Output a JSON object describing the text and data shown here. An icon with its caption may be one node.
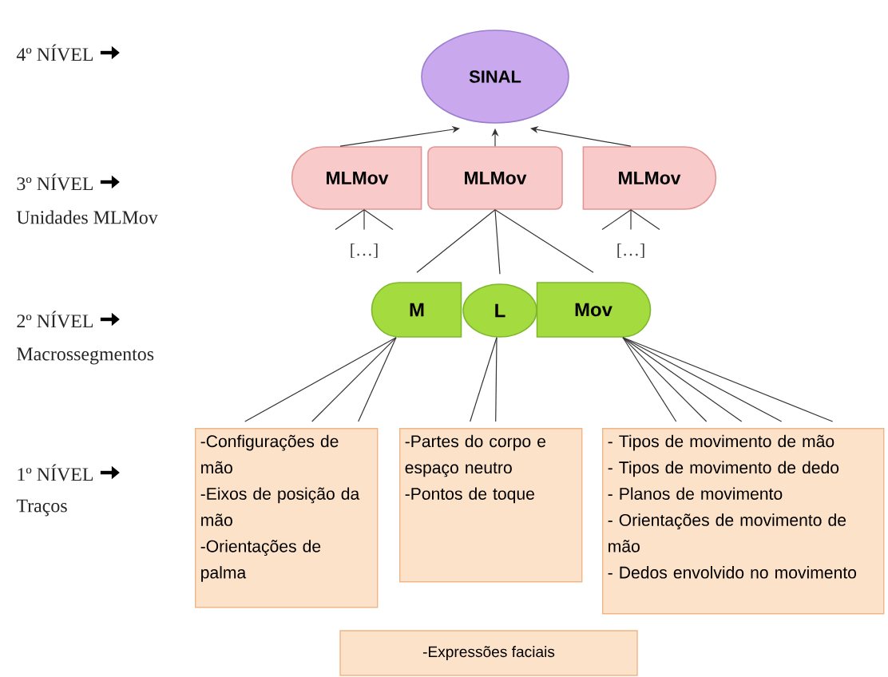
{
  "diagram": {
    "nodes": [
      {
        "text": [
          "SINAL"
        ]
      },
      {
        "text": [
          "MLMov"
        ]
      },
      {
        "text": [
          "MLMov"
        ]
      },
      {
        "text": [
          "MLMov"
        ]
      },
      {
        "text": [
          "[…]"
        ]
      },
      {
        "text": [
          "[…]"
        ]
      },
      {
        "text": [
          "M"
        ]
      },
      {
        "text": [
          "L"
        ]
      },
      {
        "text": [
          "Mov"
        ]
      },
      {
        "text": [
          "-Configurações de mão",
          "-Eixos de posição da mão",
          "-Orientações de palma"
        ]
      },
      {
        "text": [
          "-Partes do corpo e espaço neutro",
          "-Pontos de toque"
        ]
      },
      {
        "text": [
          "- Tipos de movimento de mão",
          "- Tipos de movimento de dedo",
          "- Planos de movimento",
          "- Orientações de movimento de mão",
          "- Dedos envolvido no movimento"
        ]
      },
      {
        "text": [
          "-Expressões faciais"
        ]
      }
    ],
    "edges": [
      {
        "from": 1,
        "to": 0,
        "arrow": "to"
      },
      {
        "from": 2,
        "to": 0,
        "arrow": "to"
      },
      {
        "from": 3,
        "to": 0,
        "arrow": "to"
      },
      {
        "from": 1,
        "to": 4,
        "arrow": "none"
      },
      {
        "from": 1,
        "to": 4,
        "arrow": "none"
      },
      {
        "from": 1,
        "to": 4,
        "arrow": "none"
      },
      {
        "from": 3,
        "to": 5,
        "arrow": "none"
      },
      {
        "from": 3,
        "to": 5,
        "arrow": "none"
      },
      {
        "from": 3,
        "to": 5,
        "arrow": "none"
      },
      {
        "from": 2,
        "to": 6,
        "arrow": "none"
      },
      {
        "from": 2,
        "to": 7,
        "arrow": "none"
      },
      {
        "from": 2,
        "to": 8,
        "arrow": "none"
      },
      {
        "from": 6,
        "to": 9,
        "arrow": "none"
      },
      {
        "from": 6,
        "to": 9,
        "arrow": "none"
      },
      {
        "from": 6,
        "to": 9,
        "arrow": "none"
      },
      {
        "from": 7,
        "to": 10,
        "arrow": "none"
      },
      {
        "from": 7,
        "to": 10,
        "arrow": "none"
      },
      {
        "from": 8,
        "to": 11,
        "arrow": "none"
      },
      {
        "from": 8,
        "to": 11,
        "arrow": "none"
      },
      {
        "from": 8,
        "to": 11,
        "arrow": "none"
      },
      {
        "from": 8,
        "to": 11,
        "arrow": "none"
      },
      {
        "from": 8,
        "to": 11,
        "arrow": "none"
      }
    ],
    "labels": [
      "4º  NÍVEL",
      "3º  NÍVEL",
      "Unidades MLMov",
      "2º  NÍVEL",
      "Macrossegmentos",
      "1º  NÍVEL",
      "Traços"
    ]
  }
}
